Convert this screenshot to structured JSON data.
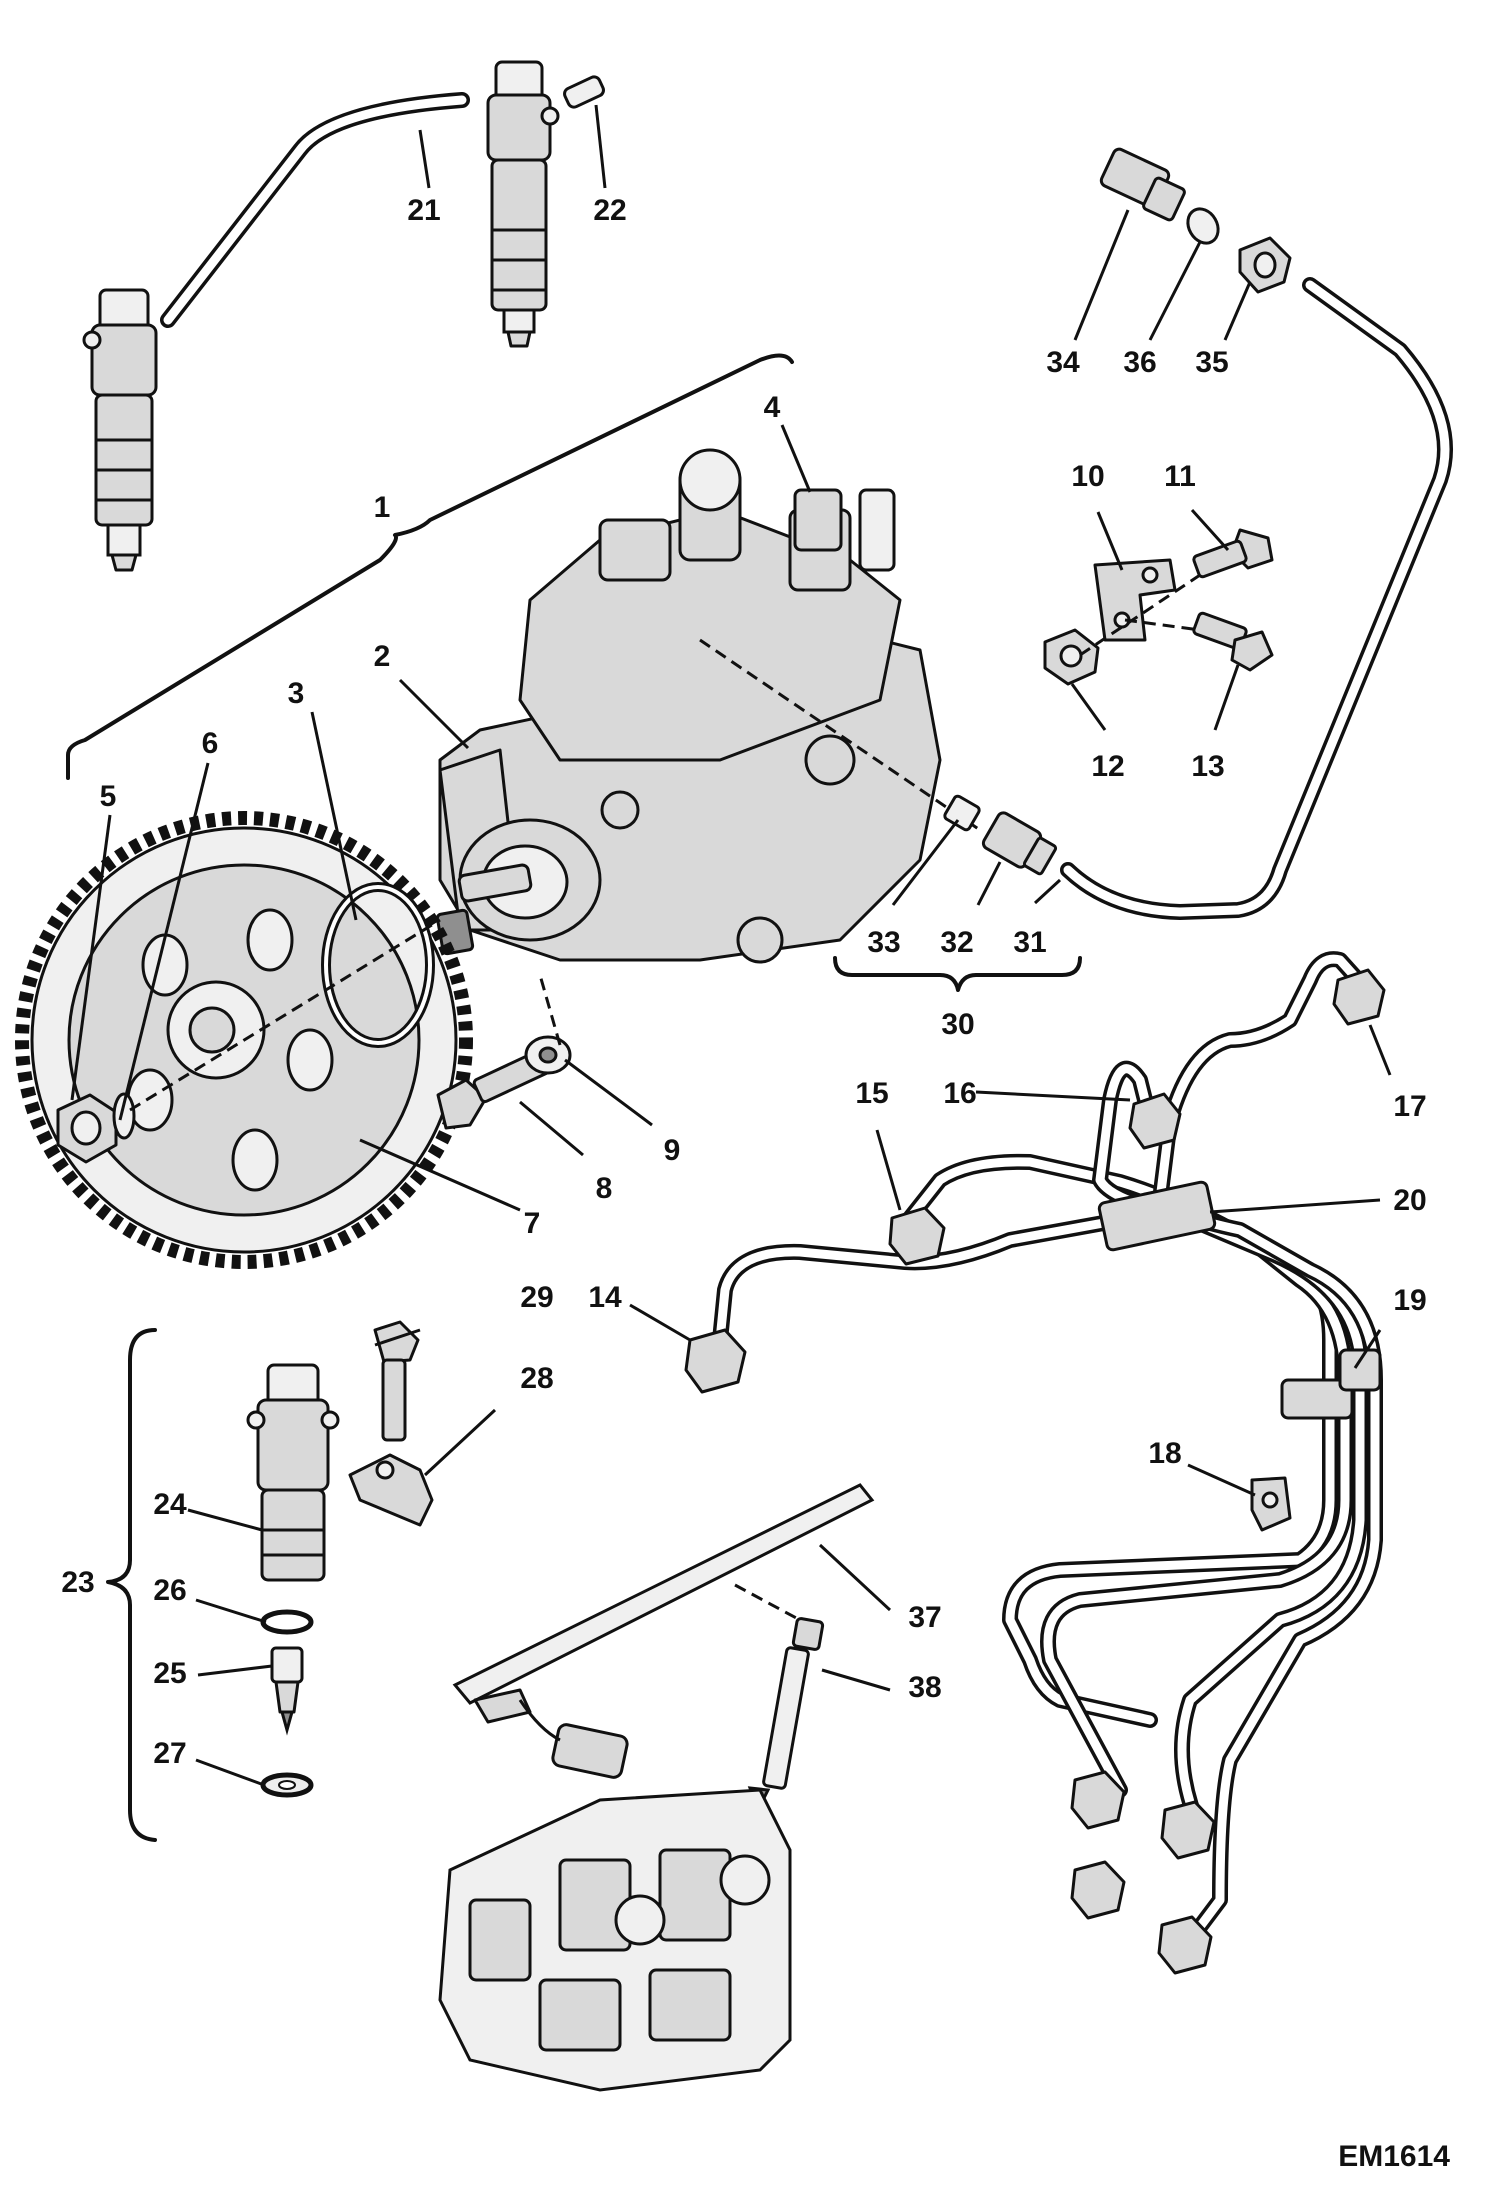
{
  "figure": {
    "code": "EM1614",
    "callouts": {
      "c1": "1",
      "c2": "2",
      "c3": "3",
      "c4": "4",
      "c5": "5",
      "c6": "6",
      "c7": "7",
      "c8": "8",
      "c9": "9",
      "c10": "10",
      "c11": "11",
      "c12": "12",
      "c13": "13",
      "c14": "14",
      "c15": "15",
      "c16": "16",
      "c17": "17",
      "c18": "18",
      "c19": "19",
      "c20": "20",
      "c21": "21",
      "c22": "22",
      "c23": "23",
      "c24": "24",
      "c25": "25",
      "c26": "26",
      "c27": "27",
      "c28": "28",
      "c29": "29",
      "c30": "30",
      "c31": "31",
      "c32": "32",
      "c33": "33",
      "c34": "34",
      "c35": "35",
      "c36": "36",
      "c37": "37",
      "c38": "38"
    }
  }
}
